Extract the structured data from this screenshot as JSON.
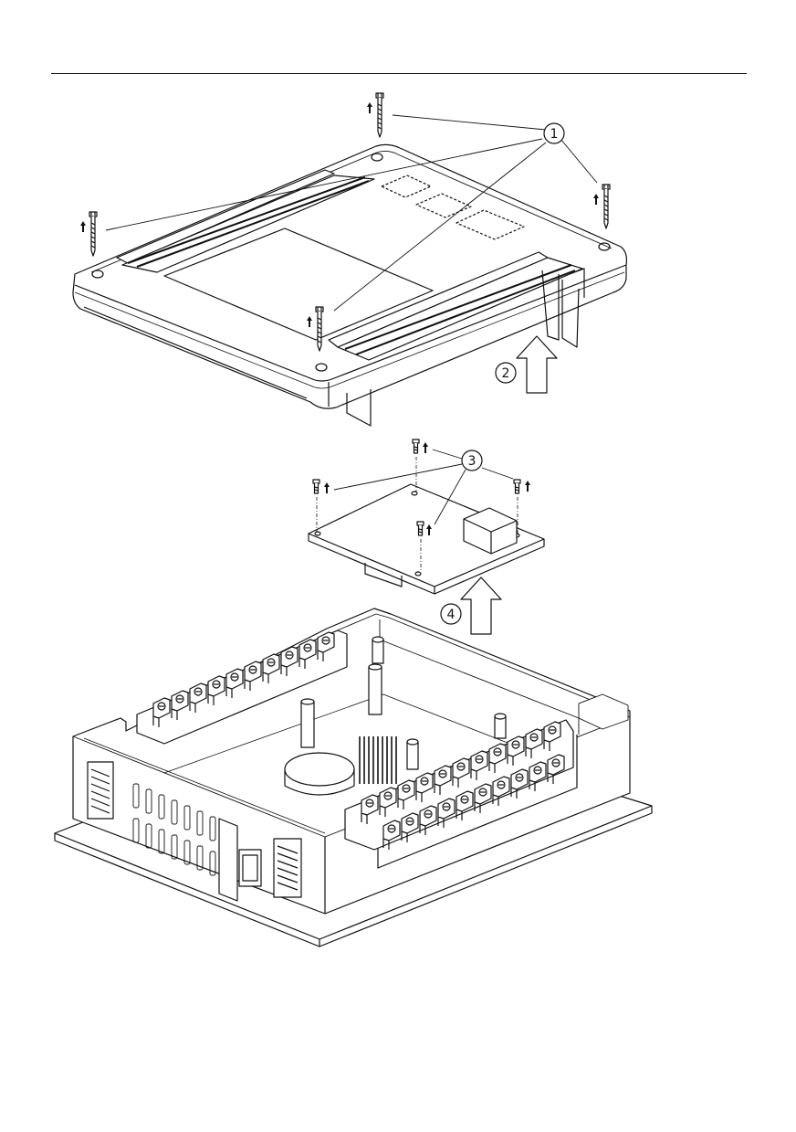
{
  "callouts": [
    {
      "id": "step-1",
      "label": "1"
    },
    {
      "id": "step-2",
      "label": "2"
    },
    {
      "id": "step-3",
      "label": "3"
    },
    {
      "id": "step-4",
      "label": "4"
    }
  ],
  "colors": {
    "line": "#111111",
    "paper": "#ffffff",
    "shade": "#9a9a9a"
  }
}
